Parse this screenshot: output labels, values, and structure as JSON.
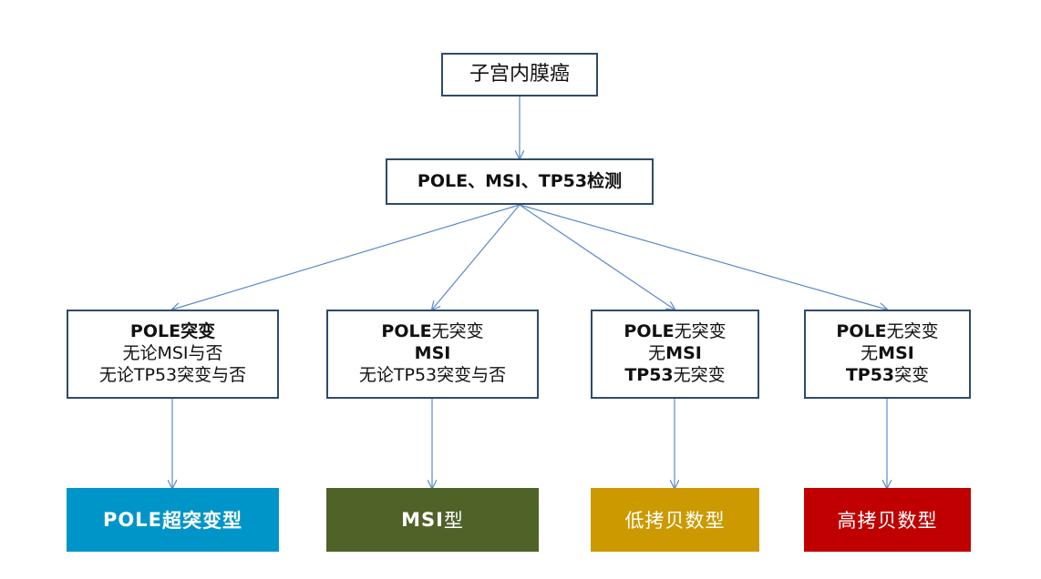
{
  "root": {
    "label": "子宫内膜癌"
  },
  "test": {
    "label": "POLE、MSI、TP53检测"
  },
  "criteria": [
    {
      "lines": [
        {
          "text": "POLE突变",
          "bold": "POLE",
          "rest": "突变"
        },
        {
          "text": "无论MSI与否"
        },
        {
          "text": "无论TP53突变与否"
        }
      ]
    },
    {
      "lines": [
        {
          "text": "POLE无突变",
          "bold": "POLE",
          "rest": "无突变"
        },
        {
          "text": "MSI",
          "bold": "MSI",
          "rest": ""
        },
        {
          "text": "无论TP53突变与否"
        }
      ]
    },
    {
      "lines": [
        {
          "text": "POLE无突变",
          "bold": "POLE",
          "rest": "无突变"
        },
        {
          "text": "无MSI",
          "pre": "无",
          "bold": "MSI"
        },
        {
          "text": "TP53无突变",
          "bold": "TP53",
          "rest": "无突变"
        }
      ]
    },
    {
      "lines": [
        {
          "text": "POLE无突变",
          "bold": "POLE",
          "rest": "无突变"
        },
        {
          "text": "无MSI",
          "pre": "无",
          "bold": "MSI"
        },
        {
          "text": "TP53突变",
          "bold": "TP53",
          "rest": "突变"
        }
      ]
    }
  ],
  "results": [
    {
      "bold": "POLE",
      "rest": "超突变型",
      "color": "#0095c8"
    },
    {
      "bold": "MSI",
      "rest": "型",
      "color": "#4f6228"
    },
    {
      "bold": "",
      "rest": "低拷贝数型",
      "color": "#cc9900"
    },
    {
      "bold": "",
      "rest": "高拷贝数型",
      "color": "#c00000"
    }
  ],
  "colors": {
    "box_border": "#2f4a6b",
    "arrow": "#5b8ac6"
  }
}
